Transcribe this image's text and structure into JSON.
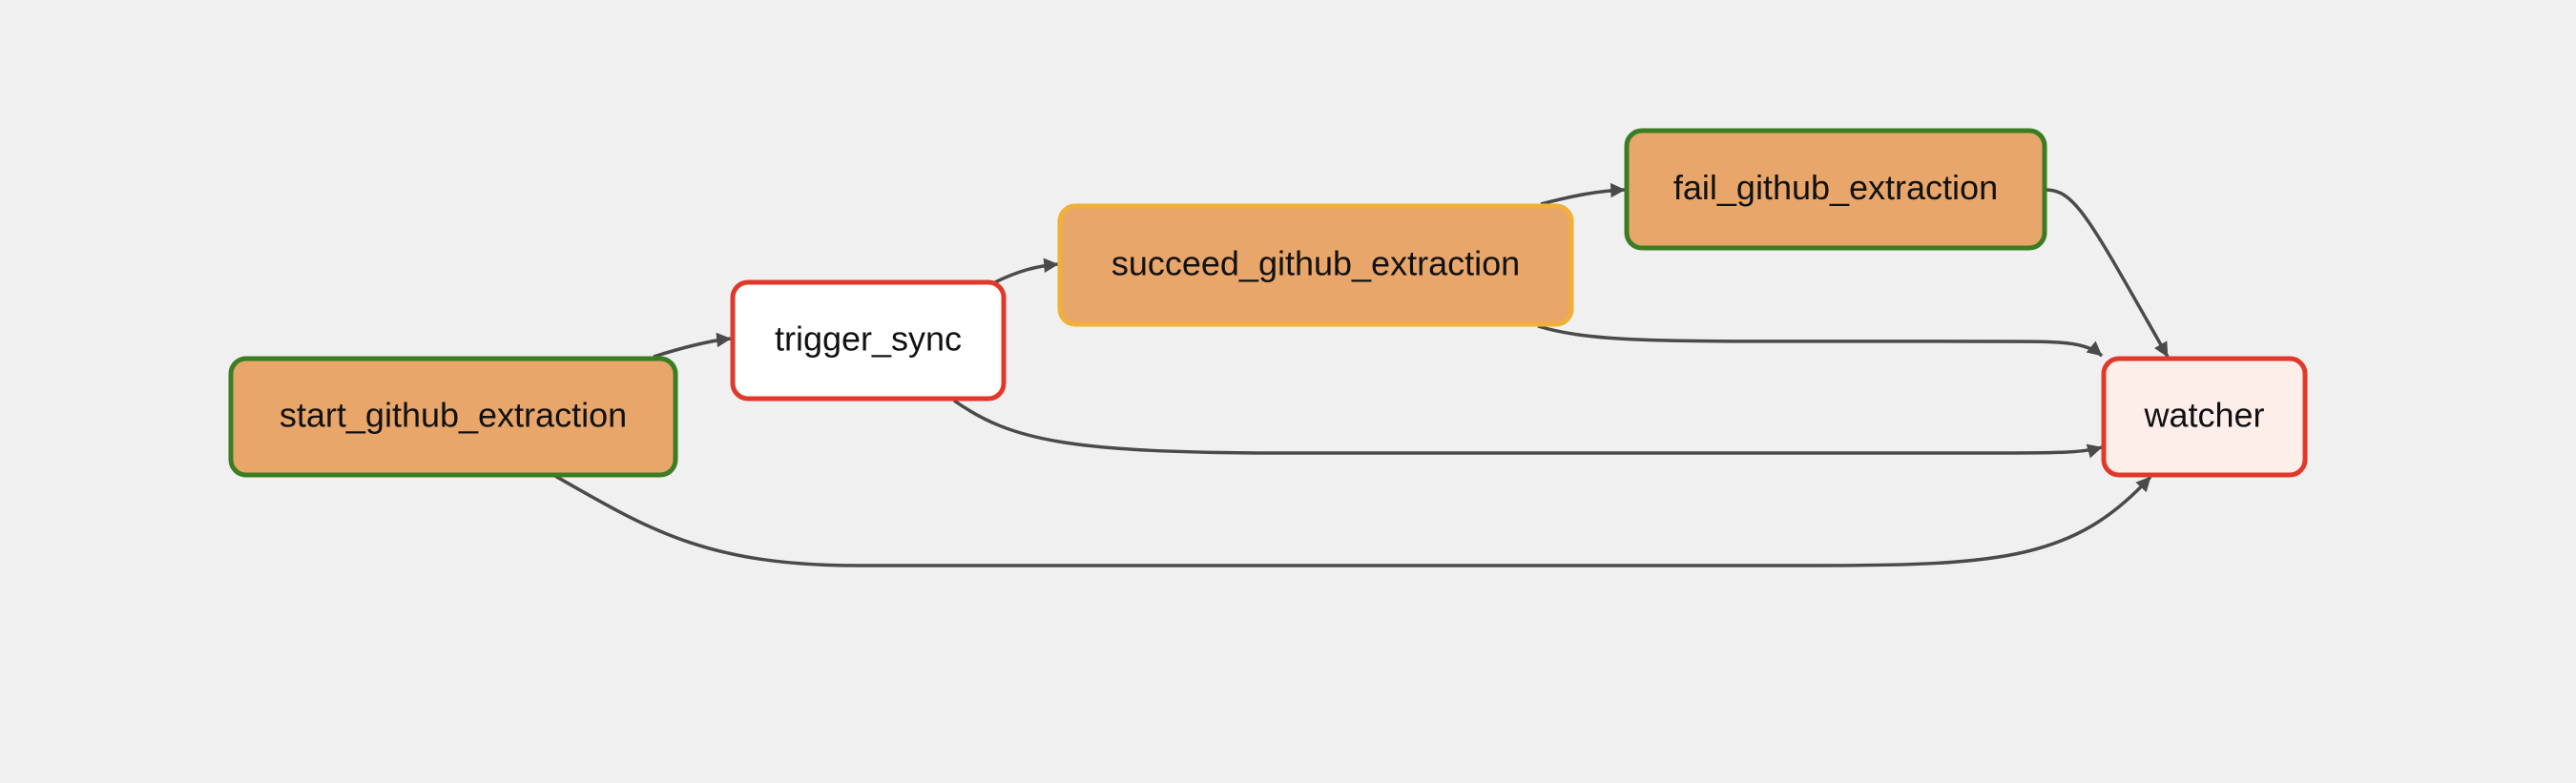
{
  "graph": {
    "background": "#f0f0f0",
    "edge_color": "#4a4a4a",
    "nodes": [
      {
        "id": "start_github_extraction",
        "label": "start_github_extraction",
        "fill": "#e8a66b",
        "border": "#3b7d23"
      },
      {
        "id": "trigger_sync",
        "label": "trigger_sync",
        "fill": "#ffffff",
        "border": "#e0392b"
      },
      {
        "id": "succeed_github_extraction",
        "label": "succeed_github_extraction",
        "fill": "#e8a66b",
        "border": "#f0b03a"
      },
      {
        "id": "fail_github_extraction",
        "label": "fail_github_extraction",
        "fill": "#e8a66b",
        "border": "#3b7d23"
      },
      {
        "id": "watcher",
        "label": "watcher",
        "fill": "#fdeeea",
        "border": "#e0392b"
      }
    ],
    "edges": [
      {
        "from": "start_github_extraction",
        "to": "trigger_sync"
      },
      {
        "from": "trigger_sync",
        "to": "succeed_github_extraction"
      },
      {
        "from": "succeed_github_extraction",
        "to": "fail_github_extraction"
      },
      {
        "from": "fail_github_extraction",
        "to": "watcher"
      },
      {
        "from": "succeed_github_extraction",
        "to": "watcher"
      },
      {
        "from": "trigger_sync",
        "to": "watcher"
      },
      {
        "from": "start_github_extraction",
        "to": "watcher"
      }
    ]
  }
}
